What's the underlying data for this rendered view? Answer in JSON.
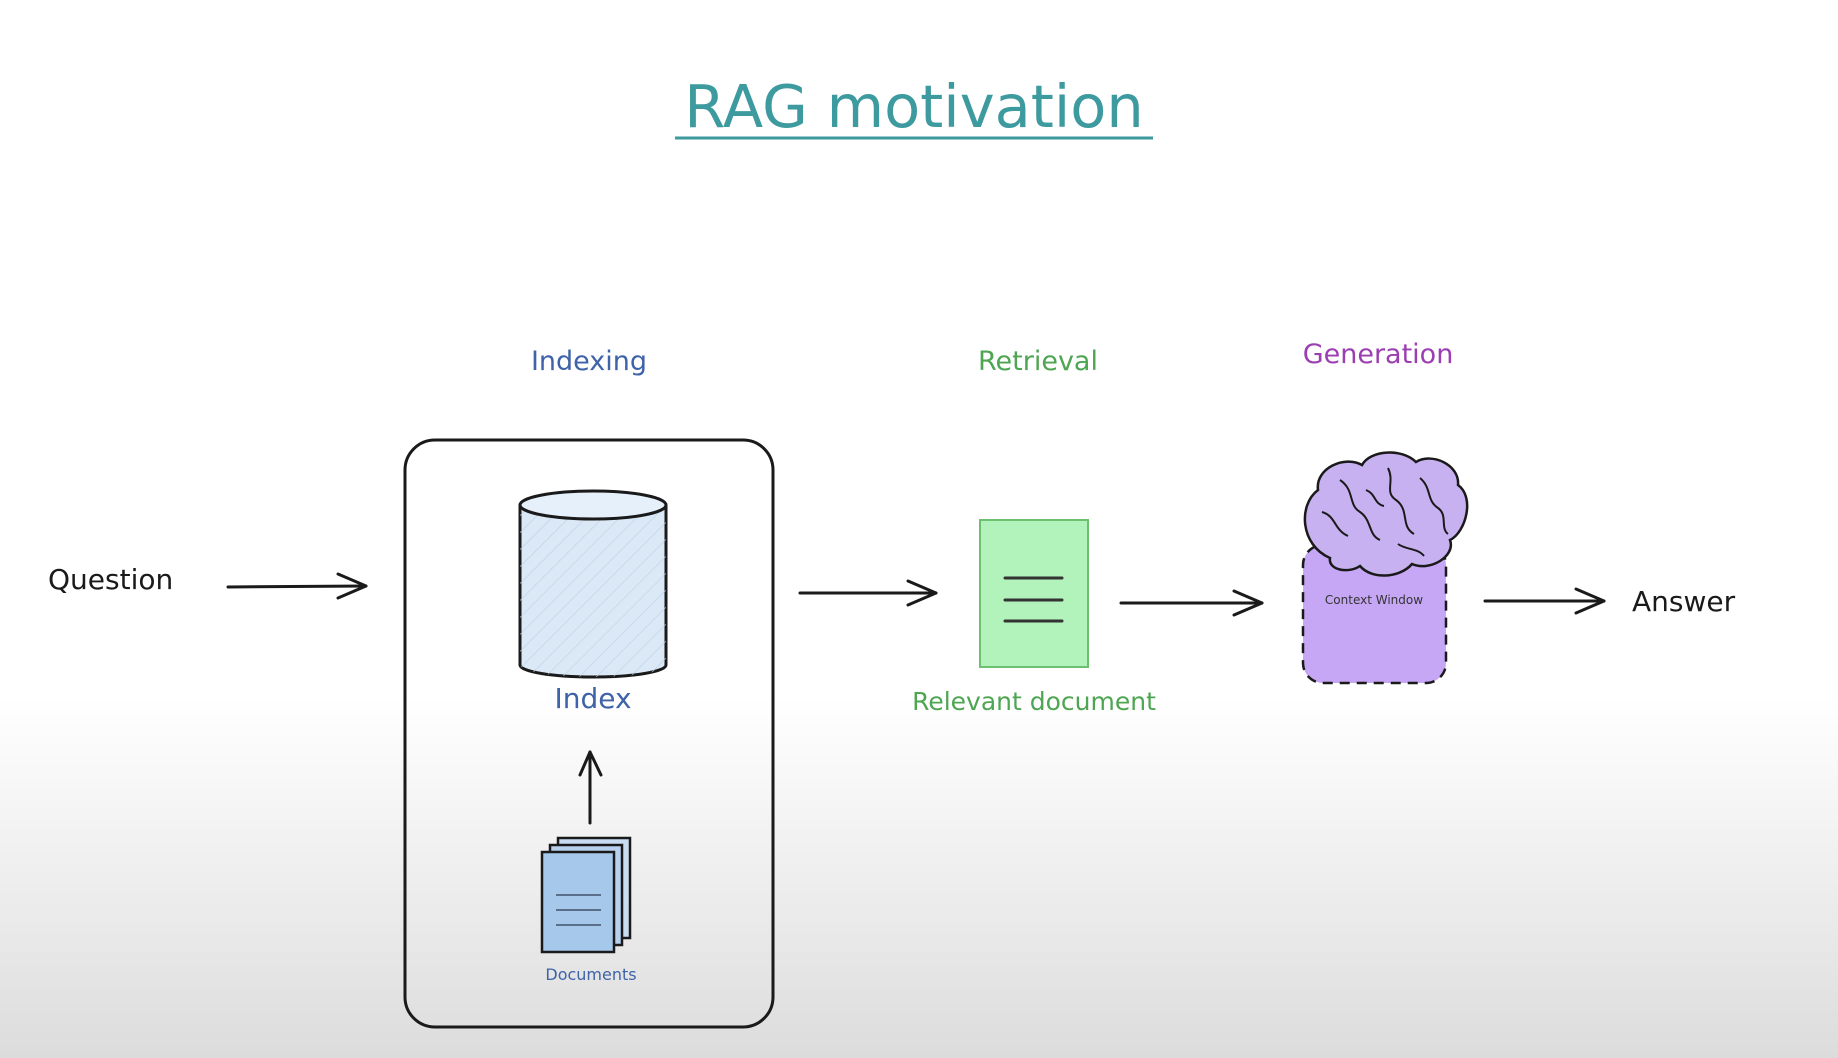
{
  "title": "RAG motivation",
  "stages": {
    "indexing": "Indexing",
    "retrieval": "Retrieval",
    "generation": "Generation"
  },
  "nodes": {
    "question": "Question",
    "index": "Index",
    "documents": "Documents",
    "relevant_document": "Relevant document",
    "context_window": "Context Window",
    "answer": "Answer"
  },
  "colors": {
    "title": "#3d9a9e",
    "indexing": "#3f63a8",
    "retrieval": "#4ea552",
    "generation": "#9b3fb0",
    "text_dark": "#1a1a1a",
    "index_fill": "#dbe9f7",
    "doc_fill": "#b2f2bb",
    "brain_fill": "#c8b1f0",
    "context_fill": "#c6a7f5",
    "stack_fill": "#a6c8eb"
  }
}
